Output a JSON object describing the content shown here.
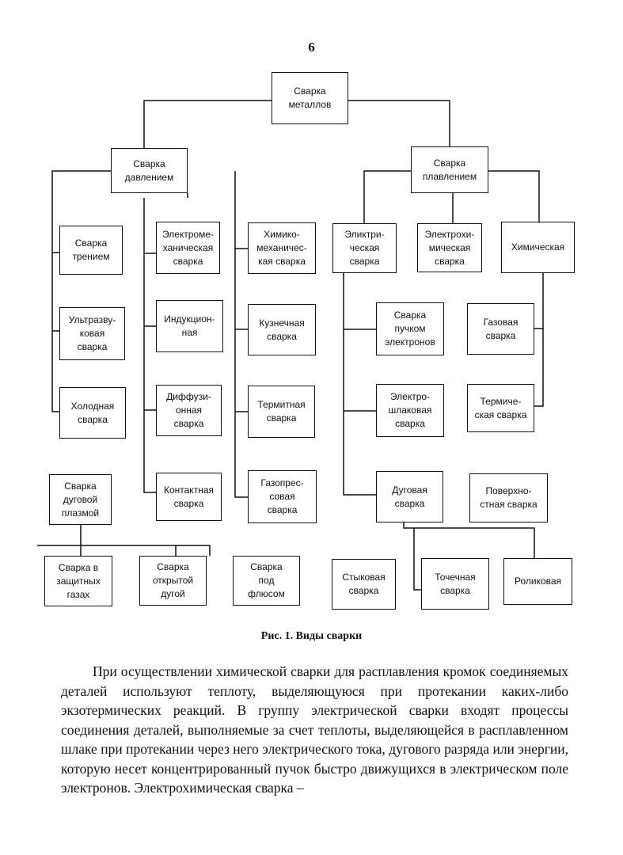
{
  "page_number": "6",
  "diagram": {
    "nodes": {
      "root": "Сварка\nметаллов",
      "pressure": "Сварка\nдавлением",
      "fusion": "Сварка\nплавлением",
      "friction": "Сварка\nтрением",
      "ultrasonic": "Ультразву-\nковая\nсварка",
      "cold": "Холодная\nсварка",
      "electromech": "Электроме-\nханическая\nсварка",
      "induction": "Индукцион-\nная",
      "diffusion": "Диффузи-\nонная\nсварка",
      "contact": "Контактная\nсварка",
      "chemmech": "Химико-\nмеханичес-\nкая сварка",
      "forge": "Кузнечная\nсварка",
      "thermite": "Термитная\nсварка",
      "gaspress": "Газопрес-\nсовая\nсварка",
      "plasma": "Сварка\nдуговой\nплазмой",
      "shield_gas": "Сварка в\nзащитных\nгазах",
      "open_arc": "Сварка\nоткрытой\nдугой",
      "flux": "Сварка\nпод\nфлюсом",
      "electric": "Эликтри-\nческая\nсварка",
      "electrochem": "Электрохи-\nмическая\nсварка",
      "chemical": "Химическая",
      "ebeam": "Сварка\nпучком\nэлектронов",
      "electroslag": "Электро-\nшлаковая\nсварка",
      "arc": "Дуговая\nсварка",
      "gas": "Газовая\nсварка",
      "thermic": "Термиче-\nская сварка",
      "surface": "Поверхно-\nстная сварка",
      "butt": "Стыковая\nсварка",
      "spot": "Точечная\nсварка",
      "roller": "Роликовая"
    }
  },
  "caption": "Рис. 1. Виды сварки",
  "paragraph": "При осуществлении химической сварки для расплавления кромок соединяемых деталей используют теплоту, выделяющуюся при протекании каких-либо экзотермических реакций. В группу электрической сварки входят процессы соединения деталей, выполняемые за счет теплоты, выделяющейся в расплавленном шлаке при протекании через него электрического тока, дугового разряда или энергии, которую несет концентрированный пучок быстро движущихся в электрическом поле электронов. Электрохимическая сварка –"
}
